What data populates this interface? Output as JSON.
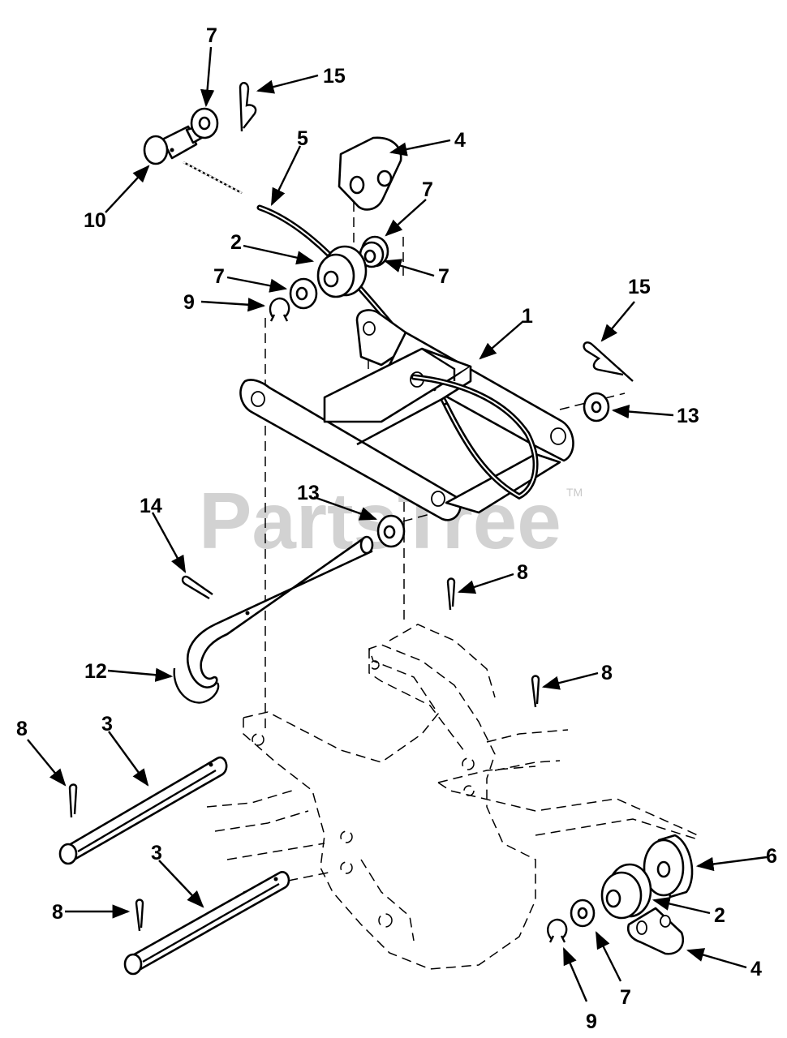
{
  "diagram": {
    "watermark": "PartsTree",
    "trademark": "TM",
    "callouts": [
      {
        "id": "c7-top",
        "text": "7"
      },
      {
        "id": "c15-top",
        "text": "15"
      },
      {
        "id": "c5",
        "text": "5"
      },
      {
        "id": "c4-top",
        "text": "4"
      },
      {
        "id": "c10",
        "text": "10"
      },
      {
        "id": "c7-b",
        "text": "7"
      },
      {
        "id": "c2-top",
        "text": "2"
      },
      {
        "id": "c7-c",
        "text": "7"
      },
      {
        "id": "c7-d",
        "text": "7"
      },
      {
        "id": "c9-top",
        "text": "9"
      },
      {
        "id": "c15-right",
        "text": "15"
      },
      {
        "id": "c1",
        "text": "1"
      },
      {
        "id": "c13-right",
        "text": "13"
      },
      {
        "id": "c13-mid",
        "text": "13"
      },
      {
        "id": "c14",
        "text": "14"
      },
      {
        "id": "c8-a",
        "text": "8"
      },
      {
        "id": "c12",
        "text": "12"
      },
      {
        "id": "c8-b",
        "text": "8"
      },
      {
        "id": "c8-left",
        "text": "8"
      },
      {
        "id": "c3-top",
        "text": "3"
      },
      {
        "id": "c3-bottom",
        "text": "3"
      },
      {
        "id": "c8-bottom",
        "text": "8"
      },
      {
        "id": "c6",
        "text": "6"
      },
      {
        "id": "c2-bottom",
        "text": "2"
      },
      {
        "id": "c4-bottom",
        "text": "4"
      },
      {
        "id": "c7-bottom",
        "text": "7"
      },
      {
        "id": "c9-bottom",
        "text": "9"
      }
    ]
  }
}
